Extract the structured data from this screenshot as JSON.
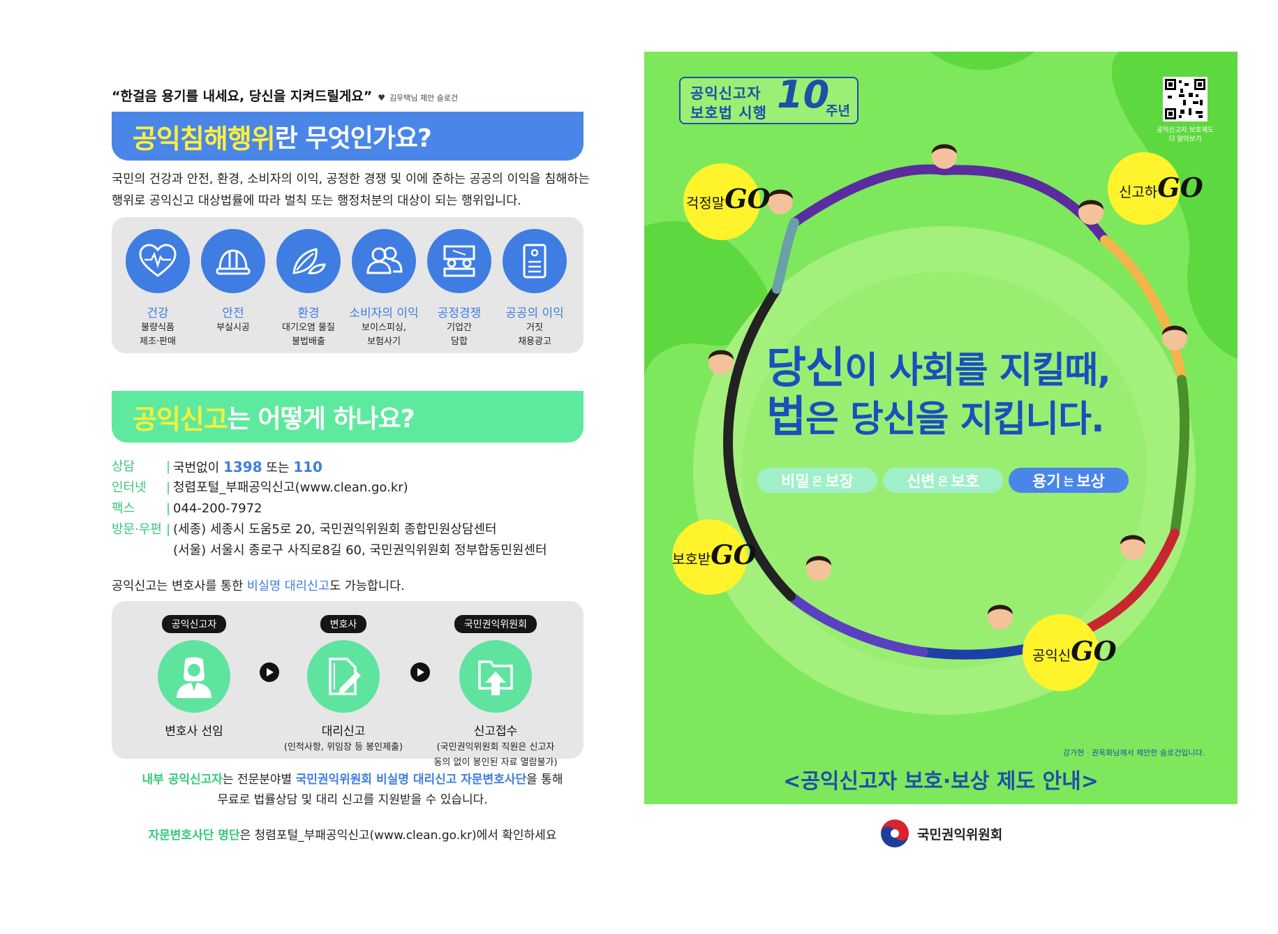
{
  "left": {
    "slogan": "“한걸음 용기를 내세요, 당신을 지켜드릴게요”",
    "slogan_credit": "김우택님 제안 슬로건",
    "section1": {
      "highlight": "공익침해행위",
      "rest": "란 무엇인가요?"
    },
    "intro_line1": "국민의 건강과 안전, 환경, 소비자의 이익, 공정한 경쟁 및 이에 준하는 공공의 이익을 침해하는",
    "intro_line2": "행위로 공익신고 대상법률에 따라 벌칙 또는 행정처분의 대상이 되는 행위입니다.",
    "categories": [
      {
        "title": "건강",
        "desc1": "불량식품",
        "desc2": "제조·판매",
        "icon": "heart-pulse-icon"
      },
      {
        "title": "안전",
        "desc1": "부실시공",
        "desc2": "",
        "icon": "hard-hat-icon"
      },
      {
        "title": "환경",
        "desc1": "대기오염 물질",
        "desc2": "불법배출",
        "icon": "leaf-icon"
      },
      {
        "title": "소비자의 이익",
        "desc1": "보이스피싱,",
        "desc2": "보험사기",
        "icon": "people-icon"
      },
      {
        "title": "공정경쟁",
        "desc1": "기업간",
        "desc2": "담합",
        "icon": "meeting-icon"
      },
      {
        "title": "공공의 이익",
        "desc1": "거짓",
        "desc2": "채용광고",
        "icon": "document-icon"
      }
    ],
    "section2": {
      "highlight": "공익신고",
      "rest": "는 어떻게 하나요?"
    },
    "contacts": {
      "consult_label": "상담",
      "consult_pre": "국번없이 ",
      "consult_num1": "1398",
      "consult_mid": " 또는 ",
      "consult_num2": "110",
      "internet_label": "인터넷",
      "internet_value": "청렴포털_부패공익신고(www.clean.go.kr)",
      "fax_label": "팩스",
      "fax_value": "044-200-7972",
      "visit_label": "방문·우편",
      "visit_value1": "(세종) 세종시 도움5로 20, 국민권익위원회 종합민원상담센터",
      "visit_value2": "(서울) 서울시 종로구 사직로8길 60, 국민권익위원회 정부합동민원센터",
      "separator": "|"
    },
    "agent_line": {
      "pre": "공익신고는 변호사를 통한 ",
      "highlight": "비실명 대리신고",
      "post": "도 가능합니다."
    },
    "flow": [
      {
        "tag": "공익신고자",
        "title": "변호사 선임",
        "sub1": "",
        "sub2": "",
        "icon": "lawyer-icon"
      },
      {
        "tag": "변호사",
        "title": "대리신고",
        "sub1": "(인적사항, 위임장 등 봉인제출)",
        "sub2": "",
        "icon": "document-pen-icon"
      },
      {
        "tag": "국민권익위원회",
        "title": "신고접수",
        "sub1": "(국민권익위원회 직원은 신고자",
        "sub2": "동의 없이 봉인된 자료 열람불가)",
        "icon": "inbox-upload-icon"
      }
    ],
    "note1": {
      "g1": "내부 공익신고자",
      "t1": "는 전문분야별 ",
      "b1": "국민권익위원회 비실명 대리신고 자문변호사단",
      "t2": "을 통해",
      "line2": "무료로 법률상담 및 대리 신고를 지원받을 수 있습니다."
    },
    "note2": {
      "g": "자문변호사단 명단",
      "t": "은 청렴포털_부패공익신고(www.clean.go.kr)에서 확인하세요"
    }
  },
  "poster": {
    "badge_line1": "공익신고자",
    "badge_line2": "보호법 시행",
    "badge_number": "10",
    "badge_unit": "주년",
    "qr_caption1": "공익신고자 보호제도",
    "qr_caption2": "더 알아보기",
    "bubbles": [
      {
        "text": "걱정말",
        "go": "GO"
      },
      {
        "text": "신고하",
        "go": "GO"
      },
      {
        "text": "보호받",
        "go": "GO"
      },
      {
        "text": "공익신",
        "go": "GO"
      }
    ],
    "headline1_big": "당신",
    "headline1_rest": "이 사회를 지킬때,",
    "headline2_big": "법",
    "headline2_rest": "은 당신을 지킵니다.",
    "pills": [
      {
        "a": "비밀",
        "s": "은",
        "b": "보장",
        "color": "#9ff0c8"
      },
      {
        "a": "신변",
        "s": "은",
        "b": "보호",
        "color": "#9ff0c8"
      },
      {
        "a": "용기",
        "s": "는",
        "b": "보상",
        "color": "#4a86e8"
      }
    ],
    "credit": "강가현 · 권옥화님께서 제안한 슬로건입니다.",
    "footer_title": "<공익신고자 보호·보상 제도 안내>"
  },
  "organization": "국민권익위원회",
  "colors": {
    "blue": "#4a86e8",
    "mint": "#5eea9e",
    "poster_green": "#7ee85c",
    "navy": "#1e4fa8",
    "yellow": "#fff42c"
  }
}
